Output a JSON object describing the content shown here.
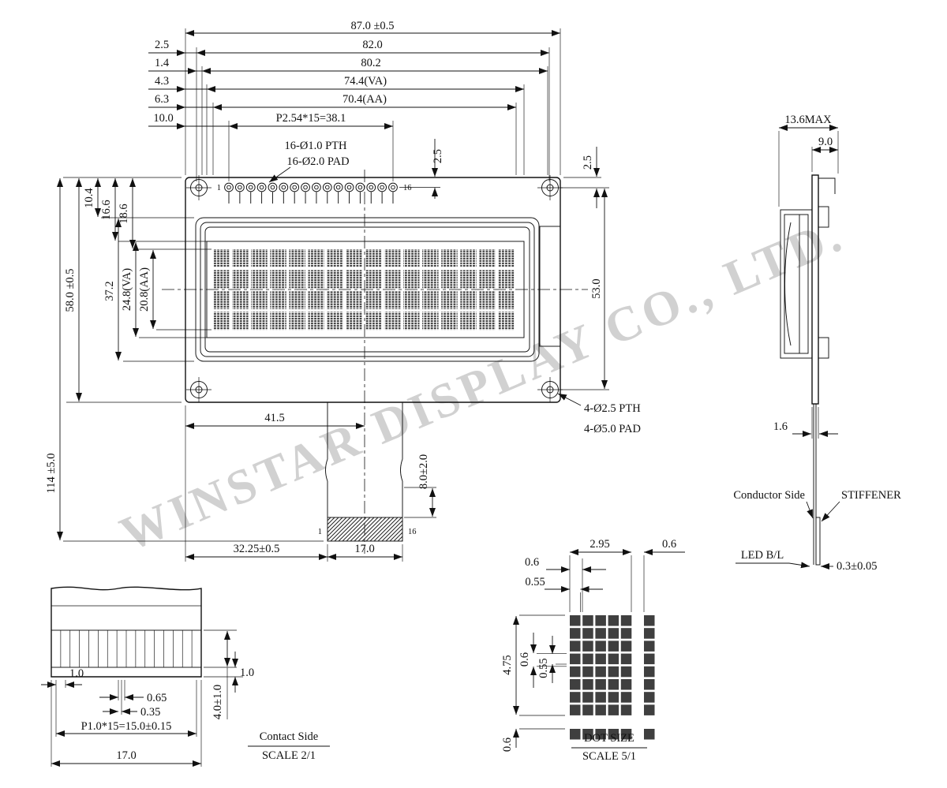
{
  "watermark": "WINSTAR DISPLAY CO., LTD.",
  "front": {
    "w_overall": "87.0 ±0.5",
    "w_82": "82.0",
    "w_80_2": "80.2",
    "w_va": "74.4(VA)",
    "w_aa": "70.4(AA)",
    "pin_pitch": "P2.54*15=38.1",
    "pin_pth": "16-Ø1.0 PTH",
    "pin_pad": "16-Ø2.0 PAD",
    "off_2_5": "2.5",
    "off_1_4": "1.4",
    "off_4_3": "4.3",
    "off_6_3": "6.3",
    "off_10": "10.0",
    "pin_edge": "2.5",
    "hole_edge": "2.5",
    "pin1": "1",
    "pin16": "16",
    "h_10_4": "10.4",
    "h_16_6": "16.6",
    "h_18_6": "18.6",
    "h_overall": "58.0 ±0.5",
    "h_37_2": "37.2",
    "h_va": "24.8(VA)",
    "h_aa": "20.8(AA)",
    "h_total": "114 ±5.0",
    "h_53": "53.0",
    "d_41_5": "41.5",
    "hole_pth": "4-Ø2.5 PTH",
    "hole_pad": "4-Ø5.0 PAD",
    "tail_len": "8.0±2.0",
    "d_32_25": "32.25±0.5",
    "d_17": "17.0",
    "tail1": "1",
    "tail16": "16"
  },
  "side": {
    "depth": "13.6MAX",
    "d_9": "9.0",
    "pcb": "1.6",
    "conductor": "Conductor Side",
    "stiffener": "STIFFENER",
    "led": "LED B/L",
    "fpc": "0.3±0.05"
  },
  "contact": {
    "d_1_0": "1.0",
    "d_0_65": "0.65",
    "d_0_35": "0.35",
    "pitch": "P1.0*15=15.0±0.15",
    "d_17": "17.0",
    "d_4_0": "4.0±1.0",
    "d_1_0b": "1.0",
    "title": "Contact Side",
    "scale": "SCALE 2/1"
  },
  "dot": {
    "w": "2.95",
    "gap_r": "0.6",
    "pitch_x": "0.6",
    "dot_w": "0.55",
    "h": "4.75",
    "pitch_y": "0.6",
    "dot_h": "0.55",
    "gap_b": "0.6",
    "title": "DOT SIZE",
    "scale": "SCALE 5/1"
  }
}
